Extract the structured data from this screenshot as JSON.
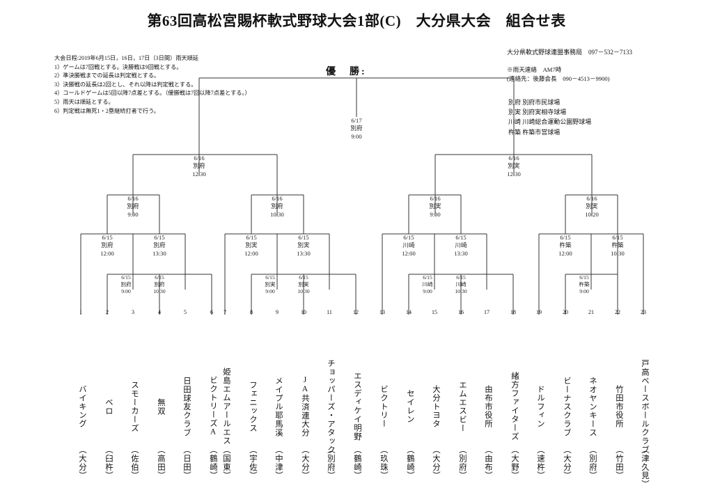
{
  "title": "第63回高松宮賜杯軟式野球大会1部(C)　大分県大会　組合せ表",
  "rules": [
    "大会日程:2019年6月15日，16日，17日（3日間）雨天順延",
    "1）ゲームは7回戦とする。決勝戦は9回戦とする。",
    "2）準決勝戦までの延長は判定戦とする。",
    "3）決勝戦の延長は2回とし、それ以降は判定戦とする。",
    "4）コールドゲームは5回以降7点差とする。（優勝戦は7回以降7点差とする。）",
    "5）雨天は順延とする。",
    "6）判定戦は無死1・2塁継続打者で行う。"
  ],
  "organizer": "大分県軟式野球連盟事務局　097－532－7133",
  "rain_contact": [
    "※雨天連絡　AM7時",
    "(連絡先：後藤会長　090－4513－9900)"
  ],
  "venues": [
    {
      "code": "別府",
      "name": "別府市民球場"
    },
    {
      "code": "別実",
      "name": "別府実相寺球場"
    },
    {
      "code": "川崎",
      "name": "川崎総合運動公園野球場"
    },
    {
      "code": "杵築",
      "name": "杵築市営球場"
    }
  ],
  "champion_label": "優　勝:",
  "matches": {
    "final": {
      "date": "6/17",
      "venue": "別府",
      "time": "9:00"
    },
    "semi_left": {
      "date": "6/16",
      "venue": "別府",
      "time": "12:30"
    },
    "semi_right": {
      "date": "6/16",
      "venue": "別実",
      "time": "12:30"
    },
    "qf1": {
      "date": "6/16",
      "venue": "別府",
      "time": "9:00"
    },
    "qf2": {
      "date": "6/16",
      "venue": "別府",
      "time": "10:30"
    },
    "qf3": {
      "date": "6/16",
      "venue": "別実",
      "time": "9:00"
    },
    "qf4": {
      "date": "6/16",
      "venue": "別実",
      "time": "10:20"
    },
    "r1_1": {
      "date": "6/15",
      "venue": "別府",
      "time": "12:00"
    },
    "r1_2": {
      "date": "6/15",
      "venue": "別府",
      "time": "13:30"
    },
    "r1_3": {
      "date": "6/15",
      "venue": "別実",
      "time": "12:00"
    },
    "r1_4": {
      "date": "6/15",
      "venue": "別実",
      "time": "13:30"
    },
    "r1_5": {
      "date": "6/15",
      "venue": "川崎",
      "time": "12:00"
    },
    "r1_6": {
      "date": "6/15",
      "venue": "川崎",
      "time": "13:30"
    },
    "r1_7": {
      "date": "6/15",
      "venue": "杵築",
      "time": "12:00"
    },
    "r1_8": {
      "date": "6/15",
      "venue": "杵築",
      "time": "10:30"
    },
    "p1": {
      "date": "6/15",
      "venue": "別府",
      "time": "9:00"
    },
    "p2": {
      "date": "6/15",
      "venue": "別府",
      "time": "10:30"
    },
    "p3": {
      "date": "6/15",
      "venue": "別実",
      "time": "9:00"
    },
    "p4": {
      "date": "6/15",
      "venue": "別実",
      "time": "10:30"
    },
    "p5": {
      "date": "6/15",
      "venue": "川崎",
      "time": "9:00"
    },
    "p6": {
      "date": "6/15",
      "venue": "川崎",
      "time": "10:30"
    },
    "p7": {
      "date": "6/15",
      "venue": "杵築",
      "time": "9:00"
    }
  },
  "teams": [
    {
      "no": "1",
      "name": "バイキング",
      "town": "（大分）"
    },
    {
      "no": "2",
      "name": "ベロ",
      "town": "（臼杵）"
    },
    {
      "no": "3",
      "name": "スモーカーズ",
      "town": "（佐伯）"
    },
    {
      "no": "4",
      "name": "無双",
      "town": "（高田）"
    },
    {
      "no": "5",
      "name": "日田球友クラブ",
      "town": "（日田）"
    },
    {
      "no": "6",
      "name": "ビクトリーズA",
      "town": "（鶴崎）"
    },
    {
      "no": "7",
      "name": "姫島エムアールエス",
      "town": "（国東）"
    },
    {
      "no": "8",
      "name": "フェニックス",
      "town": "（宇佐）"
    },
    {
      "no": "9",
      "name": "メイプル耶馬溪",
      "town": "（中津）"
    },
    {
      "no": "10",
      "name": "JA共済連大分",
      "town": "（大分）"
    },
    {
      "no": "11",
      "name": "チョッパーズ・アタック",
      "town": "（別府）"
    },
    {
      "no": "12",
      "name": "エスディケイ明野",
      "town": "（鶴崎）"
    },
    {
      "no": "13",
      "name": "ビクトリー",
      "town": "（玖珠）"
    },
    {
      "no": "14",
      "name": "セイレン",
      "town": "（鶴崎）"
    },
    {
      "no": "15",
      "name": "大分トヨタ",
      "town": "（大分）"
    },
    {
      "no": "16",
      "name": "エムエスビー",
      "town": "（別府）"
    },
    {
      "no": "17",
      "name": "由布市役所",
      "town": "（由布）"
    },
    {
      "no": "18",
      "name": "緒方ファイターズ",
      "town": "（大野）"
    },
    {
      "no": "19",
      "name": "ドルフィン",
      "town": "（速杵）"
    },
    {
      "no": "20",
      "name": "ビーナスクラブ",
      "town": "（大分）"
    },
    {
      "no": "21",
      "name": "ネオヤンキース",
      "town": "（別府）"
    },
    {
      "no": "22",
      "name": "竹田市役所",
      "town": "（竹田）"
    },
    {
      "no": "23",
      "name": "戸高ベースボールクラブ",
      "town": "（津久見）"
    }
  ]
}
